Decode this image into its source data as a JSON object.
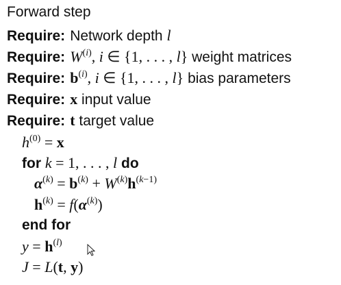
{
  "title": "Forward step",
  "keywords": {
    "require": "Require:",
    "for": "for",
    "do": "do",
    "end_for": "end for"
  },
  "requires": [
    {
      "math": "l",
      "text": "Network depth"
    },
    {
      "math": "W(i), i ∈ {1, . . . , l}",
      "text": "weight matrices"
    },
    {
      "math": "b(i), i ∈ {1, . . . , l}",
      "text": "bias parameters"
    },
    {
      "math": "x",
      "text": "input value"
    },
    {
      "math": "t",
      "text": "target value"
    }
  ],
  "steps": [
    "h(0) = x",
    "for k = 1, . . . , l do",
    "α(k) = b(k) + W(k)h(k−1)",
    "h(k) = f(α(k))",
    "end for",
    "y = h(l)",
    "J = L(t, y)"
  ]
}
